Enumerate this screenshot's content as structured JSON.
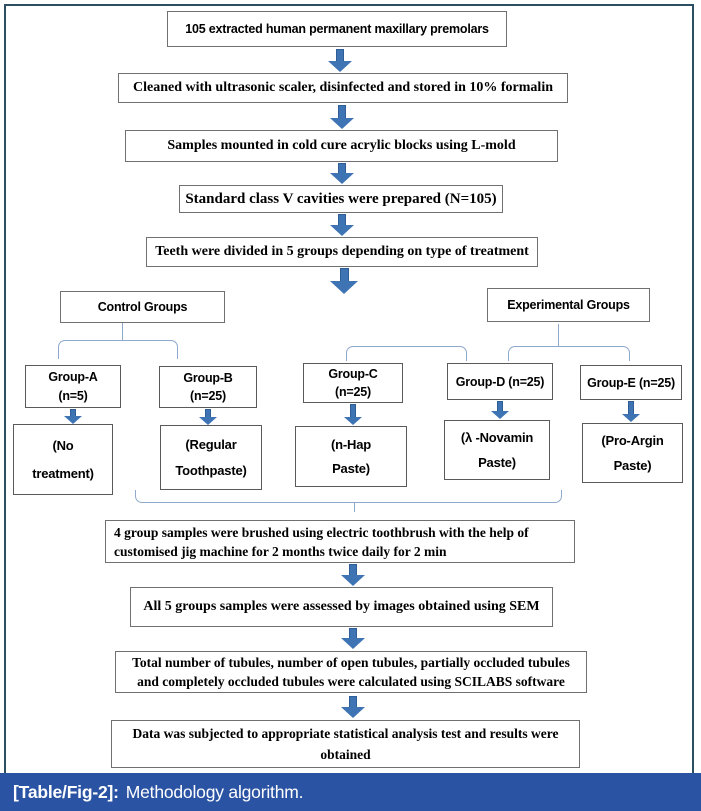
{
  "colors": {
    "frame": "#2c4e63",
    "caption_bar": "#2b53a3",
    "arrow_fill": "#3f74b4",
    "arrow_edge": "#2f5d96",
    "connector": "#8fa9cc",
    "box_border": "#707070",
    "group_box_border": "#5a5a5a"
  },
  "steps": {
    "s1": "105 extracted human permanent maxillary premolars",
    "s2": "Cleaned with ultrasonic scaler, disinfected and stored in 10% formalin",
    "s3": "Samples mounted in cold cure acrylic blocks using L-mold",
    "s4": "Standard class V cavities were prepared (N=105)",
    "s5": "Teeth were divided in 5 groups depending on type of treatment",
    "s6_line1": "4 group samples were brushed using electric toothbrush with the help of",
    "s6_line2": "customised jig machine for 2 months twice daily for 2 min",
    "s7": "All 5 groups samples were assessed by images obtained using SEM",
    "s8_line1": "Total number of tubules, number of open tubules, partially occluded tubules",
    "s8_line2": "and completely occluded tubules were calculated using SCILABS software",
    "s9_line1": "Data was subjected to appropriate statistical analysis test and results were",
    "s9_line2": "obtained"
  },
  "branches": {
    "control_label": "Control Groups",
    "experimental_label": "Experimental Groups",
    "groups": [
      {
        "name_line1": "Group-A",
        "name_line2": "(n=5)",
        "treatment_line1": "(No",
        "treatment_line2": "treatment)"
      },
      {
        "name_line1": "Group-B",
        "name_line2": "(n=25)",
        "treatment_line1": "(Regular",
        "treatment_line2": "Toothpaste)"
      },
      {
        "name_line1": "Group-C",
        "name_line2": "(n=25)",
        "treatment_line1": "(n-Hap",
        "treatment_line2": "Paste)"
      },
      {
        "name_line1": "Group-D (n=25)",
        "treatment_line1": "(λ -Novamin",
        "treatment_line2": "Paste)"
      },
      {
        "name_line1": "Group-E (n=25)",
        "treatment_line1": "(Pro-Argin",
        "treatment_line2": "Paste)"
      }
    ]
  },
  "caption": {
    "label": "[Table/Fig-2]:",
    "text": "Methodology algorithm."
  }
}
